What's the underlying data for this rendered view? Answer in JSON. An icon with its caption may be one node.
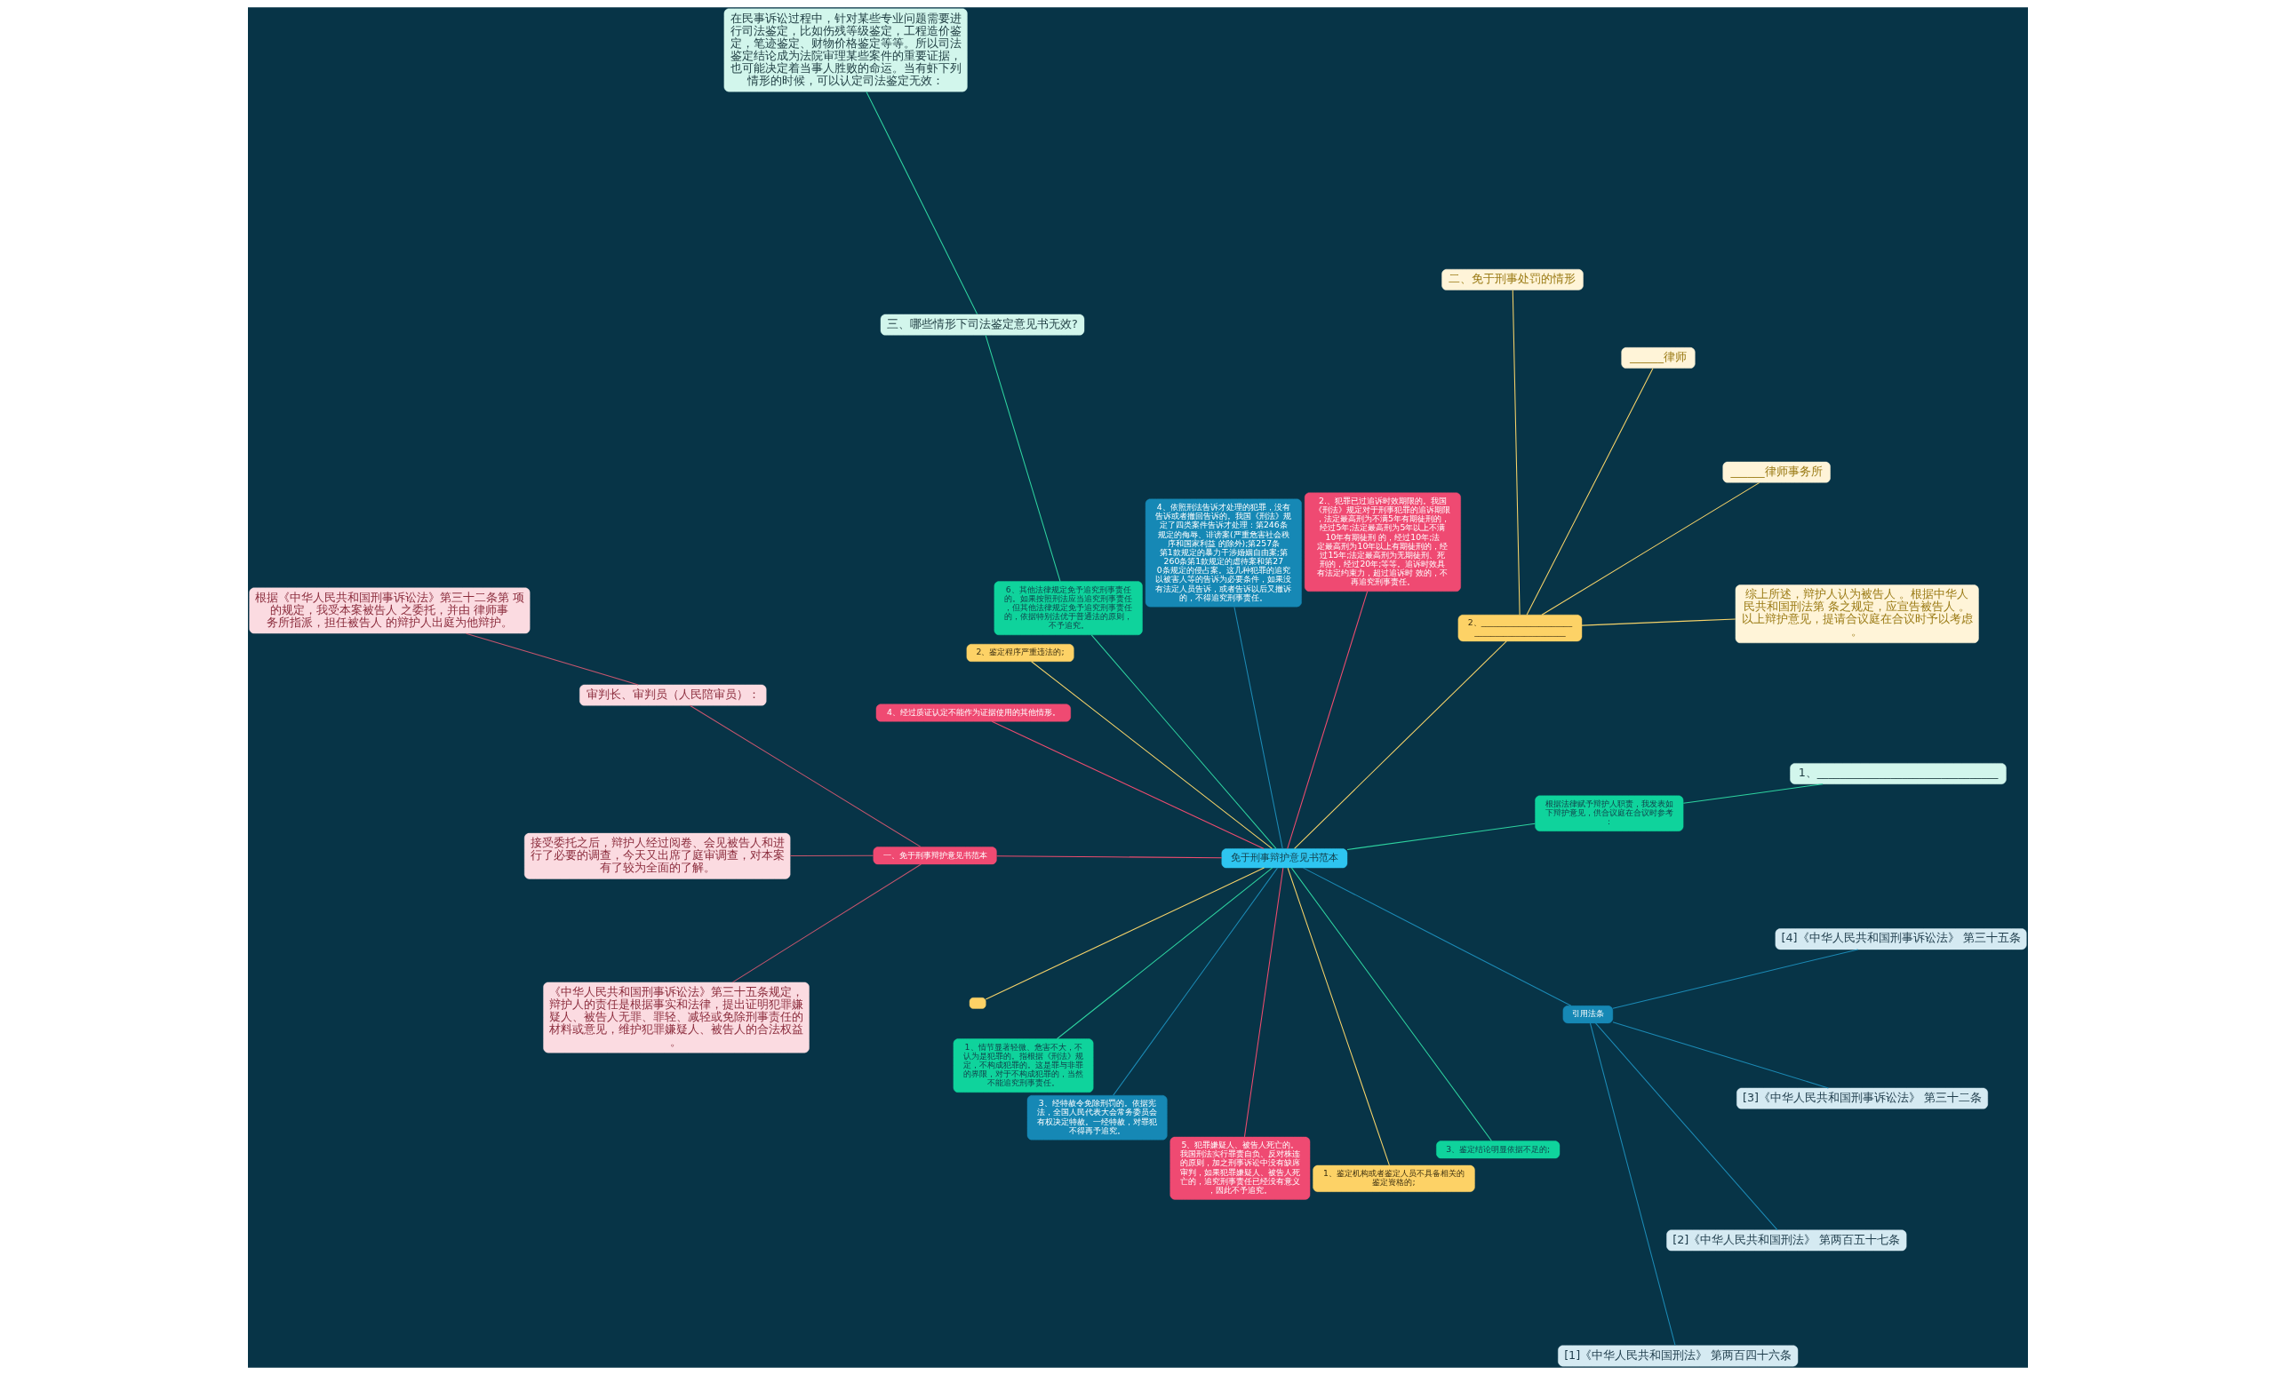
{
  "diagram": {
    "nodes": [
      {
        "text": [
          "免于刑事辩护意见书范本"
        ]
      },
      {
        "text": [
          "根据法律赋予辩护人职责，我发表如下辩护意见，供合议庭在合议时参考："
        ]
      },
      {
        "text": [
          "1、________________________________"
        ]
      },
      {
        "text": [
          "2、____________________________________________"
        ]
      },
      {
        "text": [
          "综上所述，辩护人认为被告人 。根据中华人民共和国刑法第 条之规定，应宣告被告人 。以上辩护意见，提请合议庭在合议时予以考虑。"
        ]
      },
      {
        "text": [
          "______律师事务所"
        ]
      },
      {
        "text": [
          "______律师"
        ]
      },
      {
        "text": [
          "二、免于刑事处罚的情形"
        ]
      },
      {
        "text": [
          "2.、犯罪已过追诉时效期限的。我国《刑法》规定对于刑事犯罪的追诉期限，法定最高刑为不满5年有期徒刑的，经过5年;法定最高刑为5年以上不满10年有期徒刑 的，经过10年;法定最高刑为10年以上有期徒刑的，经过15年;法定最高刑为无期徒刑、死刑的，经过20年;等等。追诉时效具有法定约束力，超过追诉时 效的，不再追究刑事责任。"
        ]
      },
      {
        "text": [
          "4、依照刑法告诉才处理的犯罪，没有告诉或者撤回告诉的。我国《刑法》规定了四类案件告诉才处理：第246条规定的侮辱、诽谤案(严重危害社会秩序和国家利益 的除外);第257条第1款规定的暴力干涉婚姻自由案;第260条第1款规定的虐待案和第270条规定的侵占案。这几种犯罪的追究以被害人等的告诉为必要条件，如果没有法定人员告诉，或者告诉以后又撤诉的，不得追究刑事责任。"
        ]
      },
      {
        "text": [
          "6、其他法律规定免予追究刑事责任的。如果按照刑法应当追究刑事责任，但其他法律规定免予追究刑事责任的，依据特别法优于普通法的原则，不予追究。"
        ]
      },
      {
        "text": [
          "三、哪些情形下司法鉴定意见书无效?"
        ]
      },
      {
        "text": [
          "在民事诉讼过程中，针对某些专业问题需要进行司法鉴定，比如伤残等级鉴定，工程造价鉴定，笔迹鉴定、财物价格鉴定等等。所以司法鉴定结论成为法院审理某些案件的重要证据，也可能决定着当事人胜败的命运。当有虾下列情形的时候，可以认定司法鉴定无效："
        ]
      },
      {
        "text": [
          "2、鉴定程序严重违法的;"
        ]
      },
      {
        "text": [
          "4、经过质证认定不能作为证据使用的其他情形。"
        ]
      },
      {
        "text": [
          "一、免于刑事辩护意见书范本"
        ]
      },
      {
        "text": [
          "审判长、审判员（人民陪审员）："
        ]
      },
      {
        "text": [
          "根据《中华人民共和国刑事诉讼法》第三十二条第 项的规定，我受本案被告人 之委托，并由 律师事务所指派，担任被告人 的辩护人出庭为他辩护。"
        ]
      },
      {
        "text": [
          "接受委托之后，辩护人经过阅卷、会见被告人和进行了必要的调查，今天又出席了庭审调查，对本案有了较为全面的了解。"
        ]
      },
      {
        "text": [
          "《中华人民共和国刑事诉讼法》第三十五条规定，辩护人的责任是根据事实和法律，提出证明犯罪嫌疑人、被告人无罪、罪轻、减轻或免除刑事责任的材料或意见，维护犯罪嫌疑人、被告人的合法权益。"
        ]
      },
      {
        "text": [],
        "shape": "box"
      },
      {
        "text": [
          "1、情节显著轻微、危害不大，不认为是犯罪的。指根据《刑法》规定，不构成犯罪的。这是罪与非罪的界限，对于不构成犯罪的，当然不能追究刑事责任。"
        ]
      },
      {
        "text": [
          "3、经特赦令免除刑罚的。依据宪法，全国人民代表大会常务委员会有权决定特赦。一经特赦，对罪犯不得再予追究。"
        ]
      },
      {
        "text": [
          "5、犯罪嫌疑人、被告人死亡的。我国刑法实行罪责自负、反对株连的原则，加之刑事诉讼中没有缺席审判，如果犯罪嫌疑人、被告人死亡的，追究刑事责任已经没有意义，因此不予追究。"
        ]
      },
      {
        "text": [
          "1、鉴定机构或者鉴定人员不具备相关的鉴定资格的;"
        ]
      },
      {
        "text": [
          "3、鉴定结论明显依据不足的;"
        ]
      },
      {
        "text": [
          "引用法条"
        ]
      },
      {
        "text": [
          "[1]《中华人民共和国刑法》 第两百四十六条"
        ]
      },
      {
        "text": [
          "[2]《中华人民共和国刑法》 第两百五十七条"
        ]
      },
      {
        "text": [
          "[3]《中华人民共和国刑事诉讼法》 第三十二条"
        ]
      },
      {
        "text": [
          "[4]《中华人民共和国刑事诉讼法》 第三十五条"
        ]
      }
    ],
    "edges": [
      {
        "from": 0,
        "to": 1,
        "arrow": "none",
        "color": "#2ed3a0"
      },
      {
        "from": 1,
        "to": 2,
        "arrow": "none",
        "color": "#2ed3a0"
      },
      {
        "from": 0,
        "to": 3,
        "arrow": "none",
        "color": "#f6d36a"
      },
      {
        "from": 3,
        "to": 4,
        "arrow": "none",
        "color": "#f6d36a"
      },
      {
        "from": 3,
        "to": 5,
        "arrow": "none",
        "color": "#f6d36a"
      },
      {
        "from": 3,
        "to": 6,
        "arrow": "none",
        "color": "#f6d36a"
      },
      {
        "from": 3,
        "to": 7,
        "arrow": "none",
        "color": "#f6d36a"
      },
      {
        "from": 0,
        "to": 8,
        "arrow": "none",
        "color": "#ee4c6f"
      },
      {
        "from": 0,
        "to": 9,
        "arrow": "none",
        "color": "#1c8ab5"
      },
      {
        "from": 0,
        "to": 10,
        "arrow": "none",
        "color": "#2ed3a0"
      },
      {
        "from": 10,
        "to": 11,
        "arrow": "none",
        "color": "#2ed3a0"
      },
      {
        "from": 11,
        "to": 12,
        "arrow": "none",
        "color": "#2ed3a0"
      },
      {
        "from": 0,
        "to": 13,
        "arrow": "none",
        "color": "#f6d36a"
      },
      {
        "from": 0,
        "to": 14,
        "arrow": "none",
        "color": "#ee4c6f"
      },
      {
        "from": 0,
        "to": 15,
        "arrow": "none",
        "color": "#ee4c6f"
      },
      {
        "from": 15,
        "to": 16,
        "arrow": "none",
        "color": "#c7566e"
      },
      {
        "from": 16,
        "to": 17,
        "arrow": "none",
        "color": "#c7566e"
      },
      {
        "from": 15,
        "to": 18,
        "arrow": "none",
        "color": "#c7566e"
      },
      {
        "from": 15,
        "to": 19,
        "arrow": "none",
        "color": "#c7566e"
      },
      {
        "from": 0,
        "to": 20,
        "arrow": "none",
        "color": "#f6d36a"
      },
      {
        "from": 0,
        "to": 21,
        "arrow": "none",
        "color": "#2ed3a0"
      },
      {
        "from": 0,
        "to": 22,
        "arrow": "none",
        "color": "#1c8ab5"
      },
      {
        "from": 0,
        "to": 23,
        "arrow": "none",
        "color": "#ee4c6f"
      },
      {
        "from": 0,
        "to": 24,
        "arrow": "none",
        "color": "#f6d36a"
      },
      {
        "from": 0,
        "to": 25,
        "arrow": "none",
        "color": "#2ed3a0"
      },
      {
        "from": 0,
        "to": 26,
        "arrow": "none",
        "color": "#1c8ab5"
      },
      {
        "from": 26,
        "to": 27,
        "arrow": "none",
        "color": "#1c8ab5"
      },
      {
        "from": 26,
        "to": 28,
        "arrow": "none",
        "color": "#1c8ab5"
      },
      {
        "from": 26,
        "to": 29,
        "arrow": "none",
        "color": "#1c8ab5"
      },
      {
        "from": 26,
        "to": 30,
        "arrow": "none",
        "color": "#1c8ab5"
      }
    ]
  }
}
